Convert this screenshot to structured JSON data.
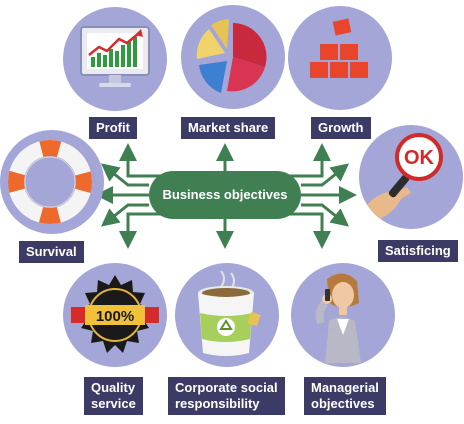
{
  "center": {
    "label": "Business objectives"
  },
  "objectives": {
    "profit": "Profit",
    "market_share": "Market share",
    "growth": "Growth",
    "survival": "Survival",
    "satisficing": "Satisficing",
    "quality_service": "Quality\nservice",
    "csr": "Corporate social\nresponsibility",
    "managerial": "Managerial\nobjectives"
  },
  "illustrations": {
    "satisficing_badge": "OK",
    "quality_badge": "100%"
  },
  "colors": {
    "circle_bg": "#a3a6d6",
    "label_bg": "#3b3b66",
    "center_bg": "#3f7f52",
    "arrow": "#3f7f52"
  },
  "icons": [
    "computer-chart-icon",
    "pie-chart-icon",
    "blocks-icon",
    "lifebuoy-icon",
    "magnifier-icon",
    "rosette-icon",
    "recycle-cup-icon",
    "businesswoman-icon"
  ]
}
